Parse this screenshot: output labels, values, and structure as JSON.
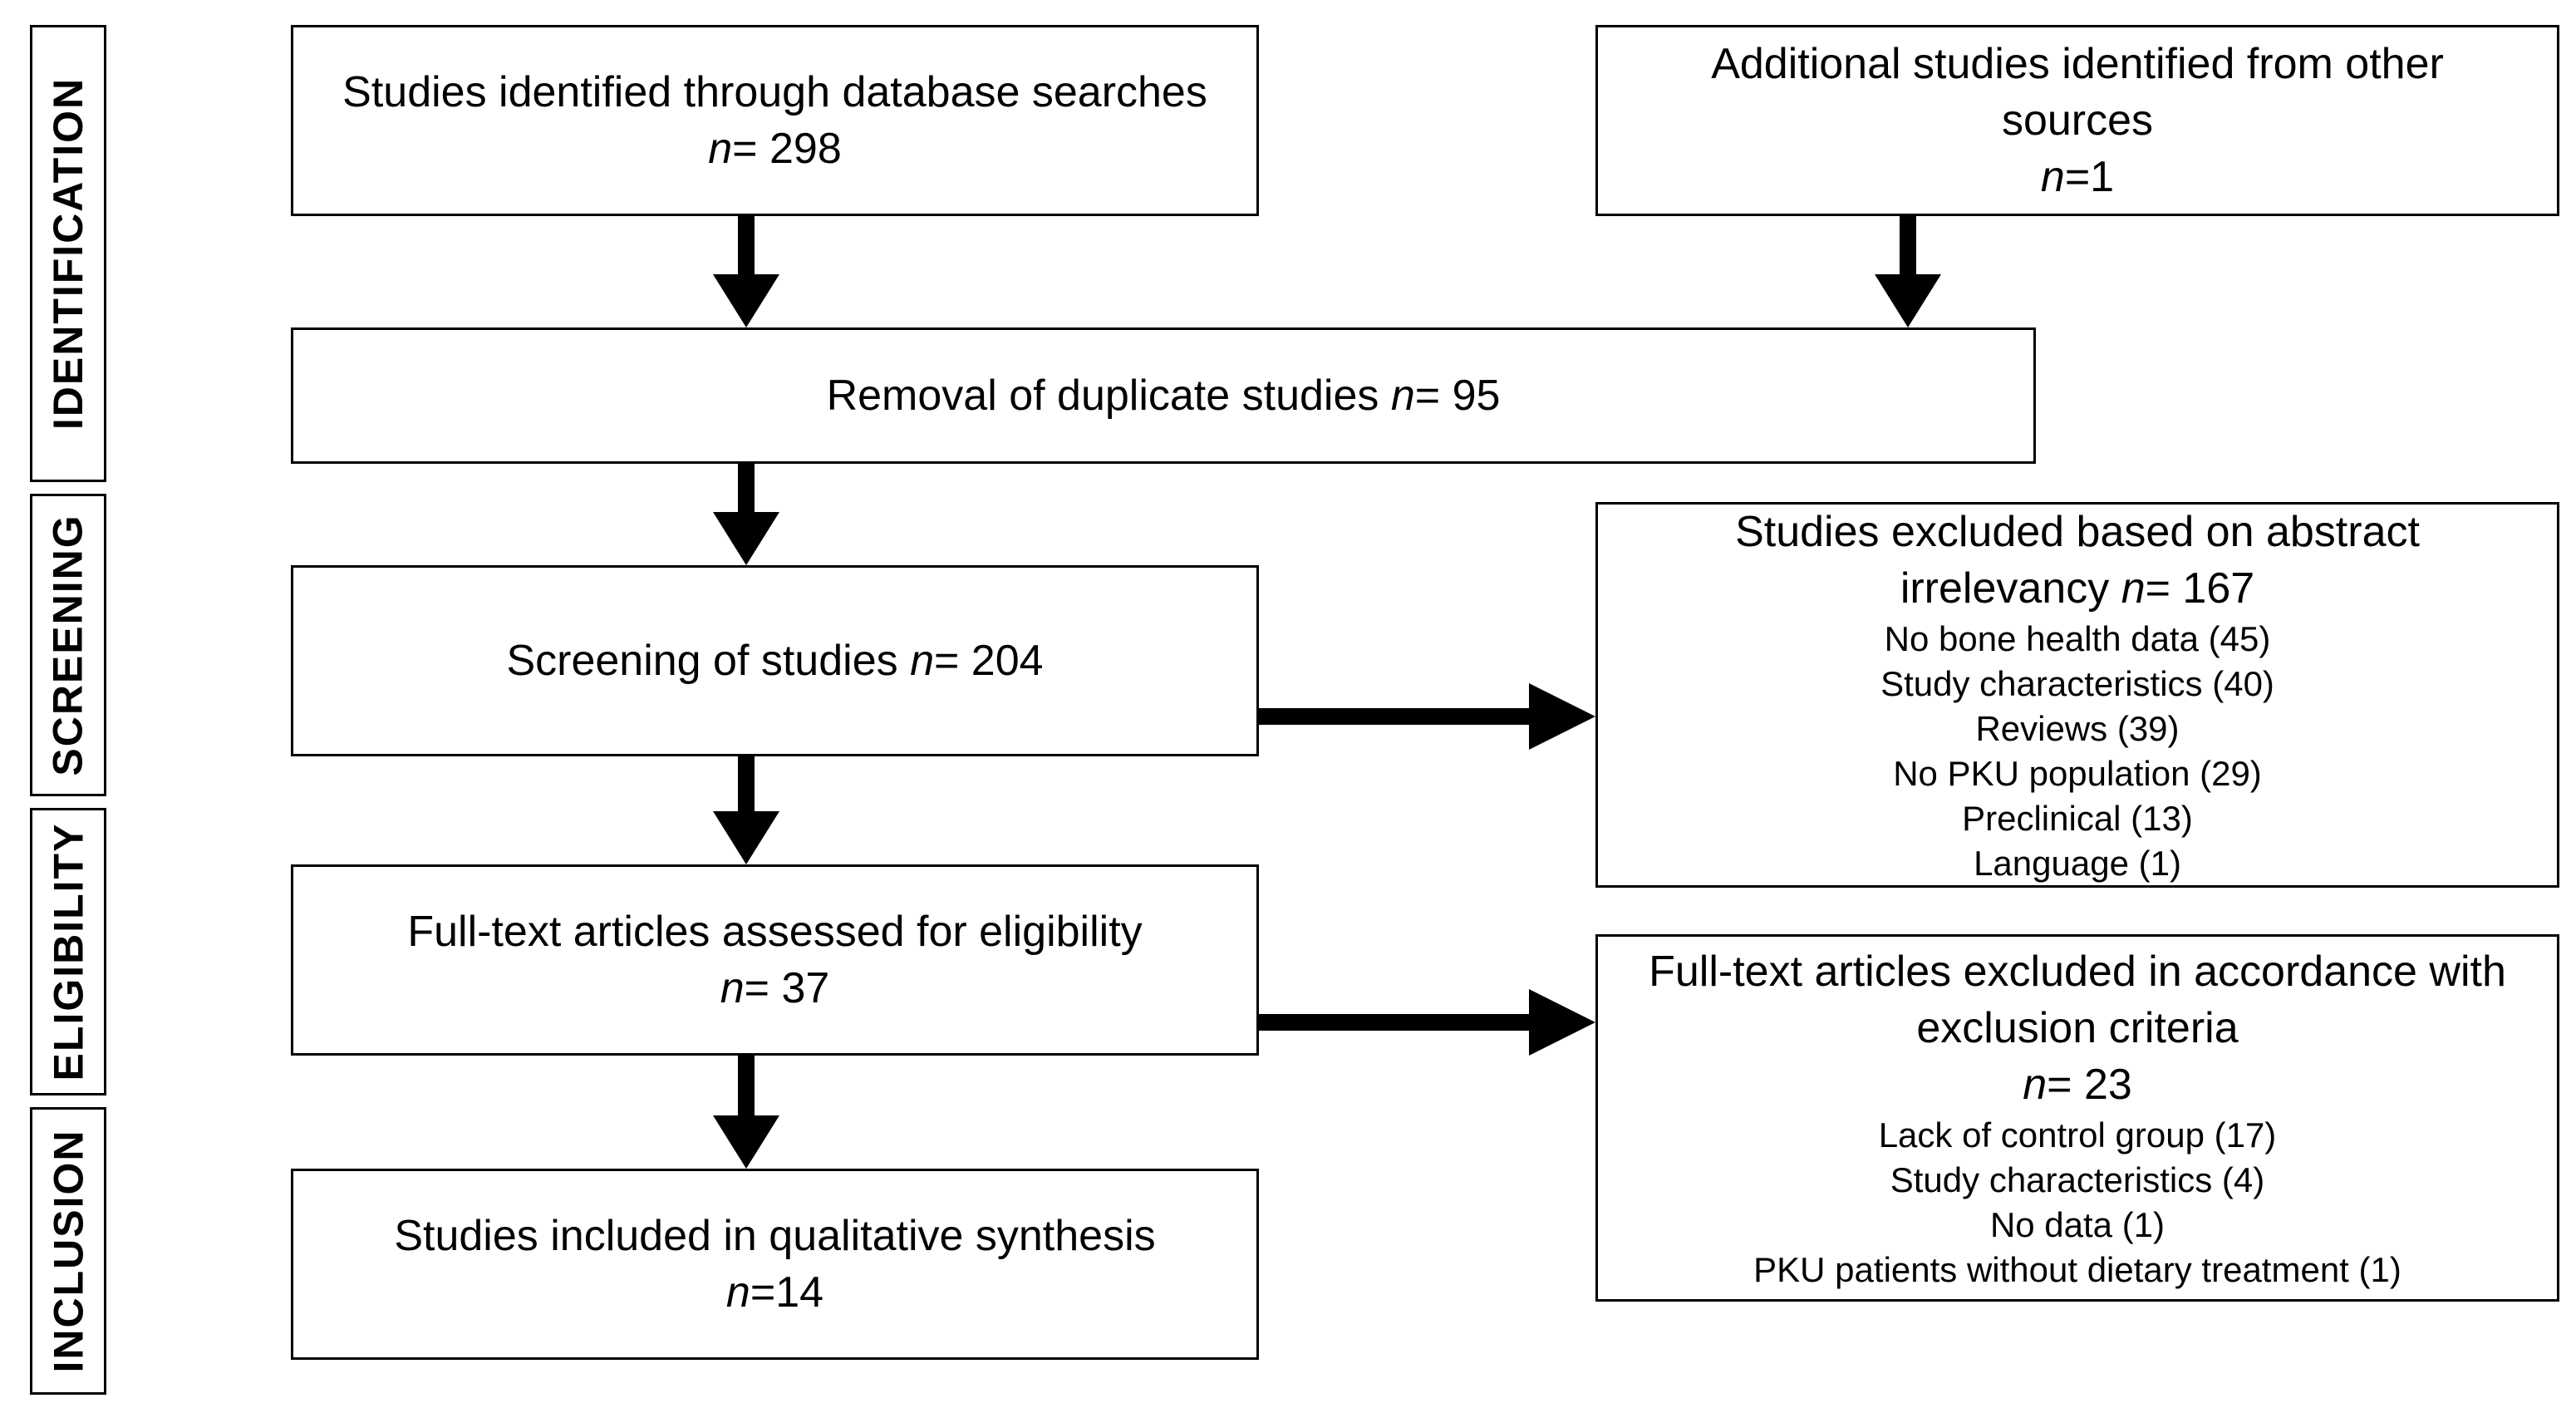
{
  "phases": {
    "identification": "IDENTIFICATION",
    "screening": "SCREENING",
    "eligibility": "ELIGIBILITY",
    "inclusion": "INCLUSION"
  },
  "database": {
    "line1": "Studies identified through database searches",
    "n_label": "n",
    "n_value": "= 298"
  },
  "other": {
    "line1": "Additional studies identified from other",
    "line2": "sources",
    "n_label": "n",
    "n_value": "=1"
  },
  "duplicates": {
    "text": "Removal of duplicate studies ",
    "n_label": "n",
    "n_value": "= 95"
  },
  "screening": {
    "text": "Screening of studies ",
    "n_label": "n",
    "n_value": "= 204"
  },
  "abstract_excluded": {
    "line1": "Studies excluded based on abstract",
    "line2": "irrelevancy ",
    "n_label": "n",
    "n_value": "= 167",
    "reasons": [
      "No bone health data (45)",
      "Study characteristics (40)",
      "Reviews (39)",
      "No PKU population (29)",
      "Preclinical (13)",
      "Language (1)"
    ]
  },
  "fulltext": {
    "line1": "Full-text articles assessed for eligibility",
    "n_label": "n",
    "n_value": "= 37"
  },
  "fulltext_excluded": {
    "line1": "Full-text articles excluded in accordance with",
    "line2": "exclusion criteria",
    "n_label": "n",
    "n_value": "= 23",
    "reasons": [
      "Lack of control group (17)",
      "Study characteristics (4)",
      "No data (1)",
      "PKU patients without dietary treatment (1)"
    ]
  },
  "included": {
    "line1": "Studies included in qualitative synthesis",
    "n_label": "n",
    "n_value": "=14"
  }
}
